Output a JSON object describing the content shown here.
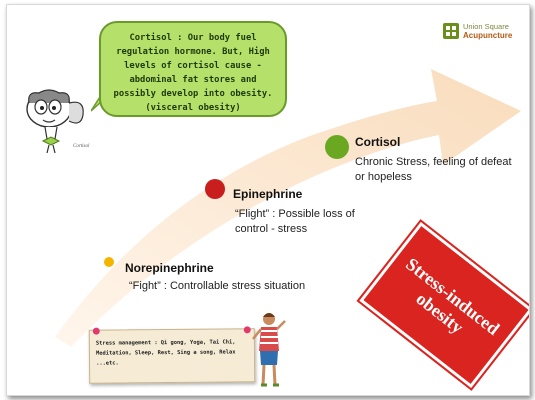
{
  "callout": {
    "text": "Cortisol : Our body fuel regulation hormone. But, High levels of cortisol cause - abdominal fat stores and possibly develop into obesity. (visceral obesity)"
  },
  "logo": {
    "line1": "Union Square",
    "line2": "Acupuncture",
    "icon": "leaf-logo-icon"
  },
  "character": {
    "caption": "Cortisol"
  },
  "stages": [
    {
      "title": "Norepinephrine",
      "desc": "“Fight” : Controllable stress situation",
      "color": "#f4b400"
    },
    {
      "title": "Epinephrine",
      "desc": "“Flight” : Possible loss of control - stress",
      "color": "#c81e1e"
    },
    {
      "title": "Cortisol",
      "desc": "Chronic Stress, feeling of defeat or hopeless",
      "color": "#6aa822"
    }
  ],
  "note": {
    "text": "Stress management : Qi gong, Yoga, Tai Chi, Meditation, Sleep, Rest, Sing a song, Relax ...etc."
  },
  "stamp": {
    "line1": "Stress-induced",
    "line2": "obesity"
  },
  "colors": {
    "arrow": "#fbe6cf",
    "callout_bg": "#b5e06a",
    "stamp": "#d9241f"
  }
}
